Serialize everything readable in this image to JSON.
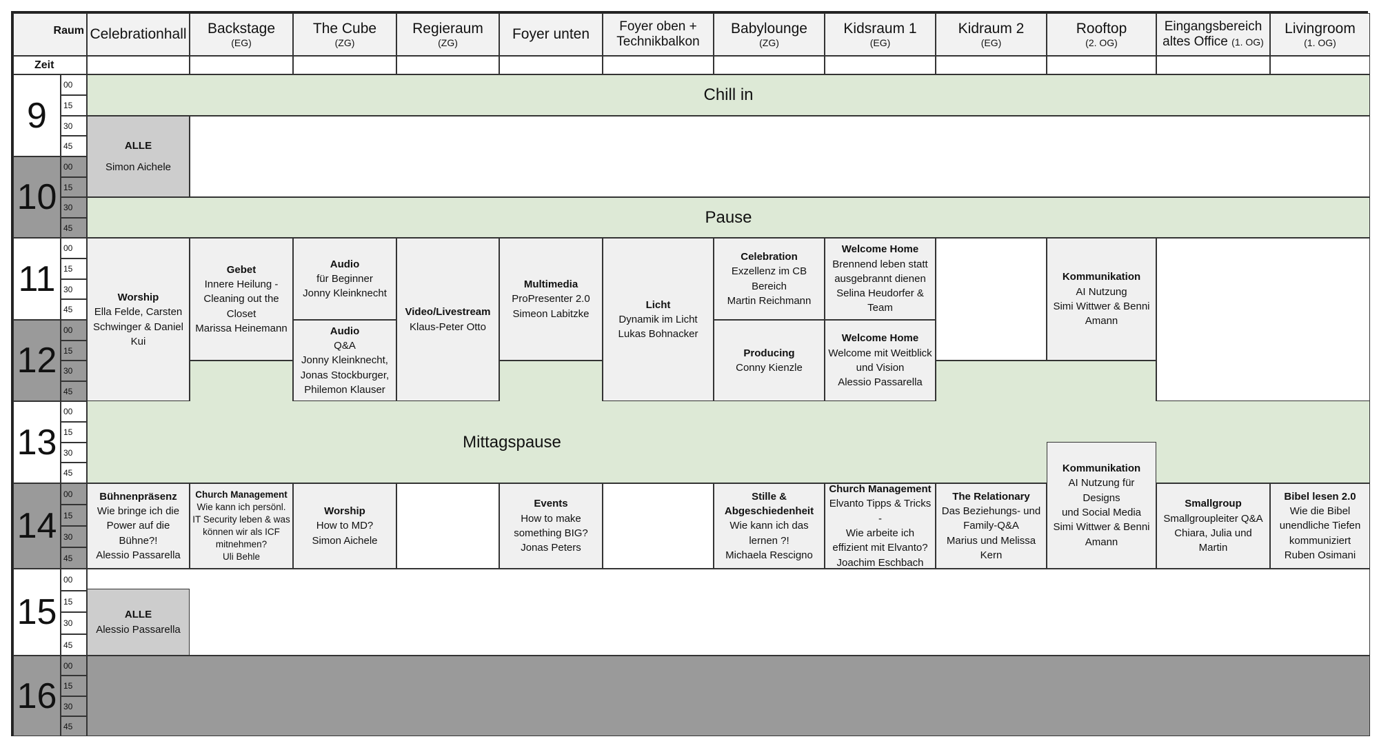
{
  "header": {
    "raum": "Raum",
    "zeit": "Zeit",
    "rooms": [
      {
        "name": "Celebrationhall",
        "sub": ""
      },
      {
        "name": "Backstage",
        "sub": "(EG)"
      },
      {
        "name": "The Cube",
        "sub": "(ZG)"
      },
      {
        "name": "Regieraum",
        "sub": "(ZG)"
      },
      {
        "name": "Foyer unten",
        "sub": ""
      },
      {
        "name": "Foyer oben +",
        "name2": "Technikbalkon",
        "sub": ""
      },
      {
        "name": "Babylounge",
        "sub": "(ZG)"
      },
      {
        "name": "Kidsraum 1",
        "sub": "(EG)"
      },
      {
        "name": "Kidraum 2",
        "sub": "(EG)"
      },
      {
        "name": "Rooftop",
        "sub": "(2. OG)"
      },
      {
        "name": "Eingangsbereich",
        "name2": "altes Office",
        "sub": "(1. OG)"
      },
      {
        "name": "Livingroom",
        "sub": "(1. OG)"
      }
    ]
  },
  "hours": [
    "9",
    "10",
    "11",
    "12",
    "13",
    "14",
    "15",
    "16"
  ],
  "minutes": [
    "00",
    "15",
    "30",
    "45"
  ],
  "bands": {
    "chill_in": "Chill in",
    "pause": "Pause",
    "mittagspause": "Mittagspause"
  },
  "events": [
    {
      "id": "alle1",
      "title": "ALLE",
      "lines": [
        "",
        "Simon Aichele"
      ]
    },
    {
      "id": "worship1",
      "title": "Worship",
      "lines": [
        "Ella Felde, Carsten",
        "Schwinger & Daniel",
        "Kui"
      ]
    },
    {
      "id": "gebet",
      "title": "Gebet",
      "lines": [
        "Innere Heilung -",
        "Cleaning out the",
        "Closet",
        "Marissa Heinemann"
      ]
    },
    {
      "id": "audio1",
      "title": "Audio",
      "lines": [
        "für Beginner",
        "Jonny Kleinknecht"
      ]
    },
    {
      "id": "audio2",
      "title": "Audio",
      "lines": [
        "Q&A",
        "Jonny Kleinknecht,",
        "Jonas Stockburger,",
        "Philemon Klauser"
      ]
    },
    {
      "id": "video",
      "title": "Video/Livestream",
      "lines": [
        "Klaus-Peter Otto"
      ]
    },
    {
      "id": "multimedia",
      "title": "Multimedia",
      "lines": [
        "ProPresenter 2.0",
        "Simeon Labitzke"
      ]
    },
    {
      "id": "licht",
      "title": "Licht",
      "lines": [
        "Dynamik im Licht",
        "Lukas Bohnacker"
      ]
    },
    {
      "id": "celebration",
      "title": "Celebration",
      "lines": [
        "Exzellenz im CB",
        "Bereich",
        "Martin Reichmann"
      ]
    },
    {
      "id": "producing",
      "title": "Producing",
      "lines": [
        "Conny Kienzle"
      ]
    },
    {
      "id": "welcome1",
      "title": "Welcome Home",
      "lines": [
        "Brennend leben statt",
        "ausgebrannt dienen",
        "Selina Heudorfer &",
        "Team"
      ]
    },
    {
      "id": "welcome2",
      "title": "Welcome Home",
      "lines": [
        "Welcome mit Weitblick",
        "und Vision",
        "Alessio Passarella"
      ]
    },
    {
      "id": "komm1",
      "title": "Kommunikation",
      "lines": [
        "AI Nutzung",
        "Simi Wittwer & Benni",
        "Amann"
      ]
    },
    {
      "id": "buehne",
      "title": "Bühnenpräsenz",
      "lines": [
        "Wie bringe ich die",
        "Power auf die",
        "Bühne?!",
        "Alessio Passarella"
      ]
    },
    {
      "id": "churchmgmt1",
      "title": "Church Management",
      "lines": [
        "Wie kann ich persönl.",
        "IT Security leben & was",
        "können wir als ICF",
        "mitnehmen?",
        "Uli Behle"
      ]
    },
    {
      "id": "worship2",
      "title": "Worship",
      "lines": [
        "How to MD?",
        "Simon Aichele"
      ]
    },
    {
      "id": "events",
      "title": "Events",
      "lines": [
        "How to make",
        "something BIG?",
        "Jonas Peters"
      ]
    },
    {
      "id": "stille",
      "title": "Stille &",
      "title2": "Abgeschiedenheit",
      "lines": [
        "Wie kann ich das",
        "lernen ?!",
        "Michaela Rescigno"
      ]
    },
    {
      "id": "churchmgmt2",
      "title": "Church Management",
      "lines": [
        "Elvanto Tipps & Tricks -",
        "Wie arbeite ich",
        "effizient mit Elvanto?",
        "Joachim Eschbach"
      ]
    },
    {
      "id": "relationary",
      "title": "The Relationary",
      "lines": [
        "Das Beziehungs- und",
        "Family-Q&A",
        "Marius und Melissa",
        "Kern"
      ]
    },
    {
      "id": "komm2",
      "title": "Kommunikation",
      "lines": [
        "AI Nutzung für Designs",
        "und Social Media",
        "Simi Wittwer & Benni",
        "Amann"
      ]
    },
    {
      "id": "smallgroup",
      "title": "Smallgroup",
      "lines": [
        "Smallgroupleiter Q&A",
        "Chiara, Julia und Martin"
      ]
    },
    {
      "id": "bibel",
      "title": "Bibel lesen 2.0",
      "lines": [
        "Wie die Bibel",
        "unendliche Tiefen",
        "kommuniziert",
        "Ruben Osimani"
      ]
    },
    {
      "id": "alle2",
      "title": "ALLE",
      "lines": [
        "Alessio Passarella"
      ]
    }
  ],
  "colors": {
    "band_green": "#dde9d6",
    "hour_gray": "#9a9a9a",
    "event_bg": "#f0f0f0",
    "event_gray": "#cdcdcd",
    "header_bg": "#f2f2f2"
  }
}
